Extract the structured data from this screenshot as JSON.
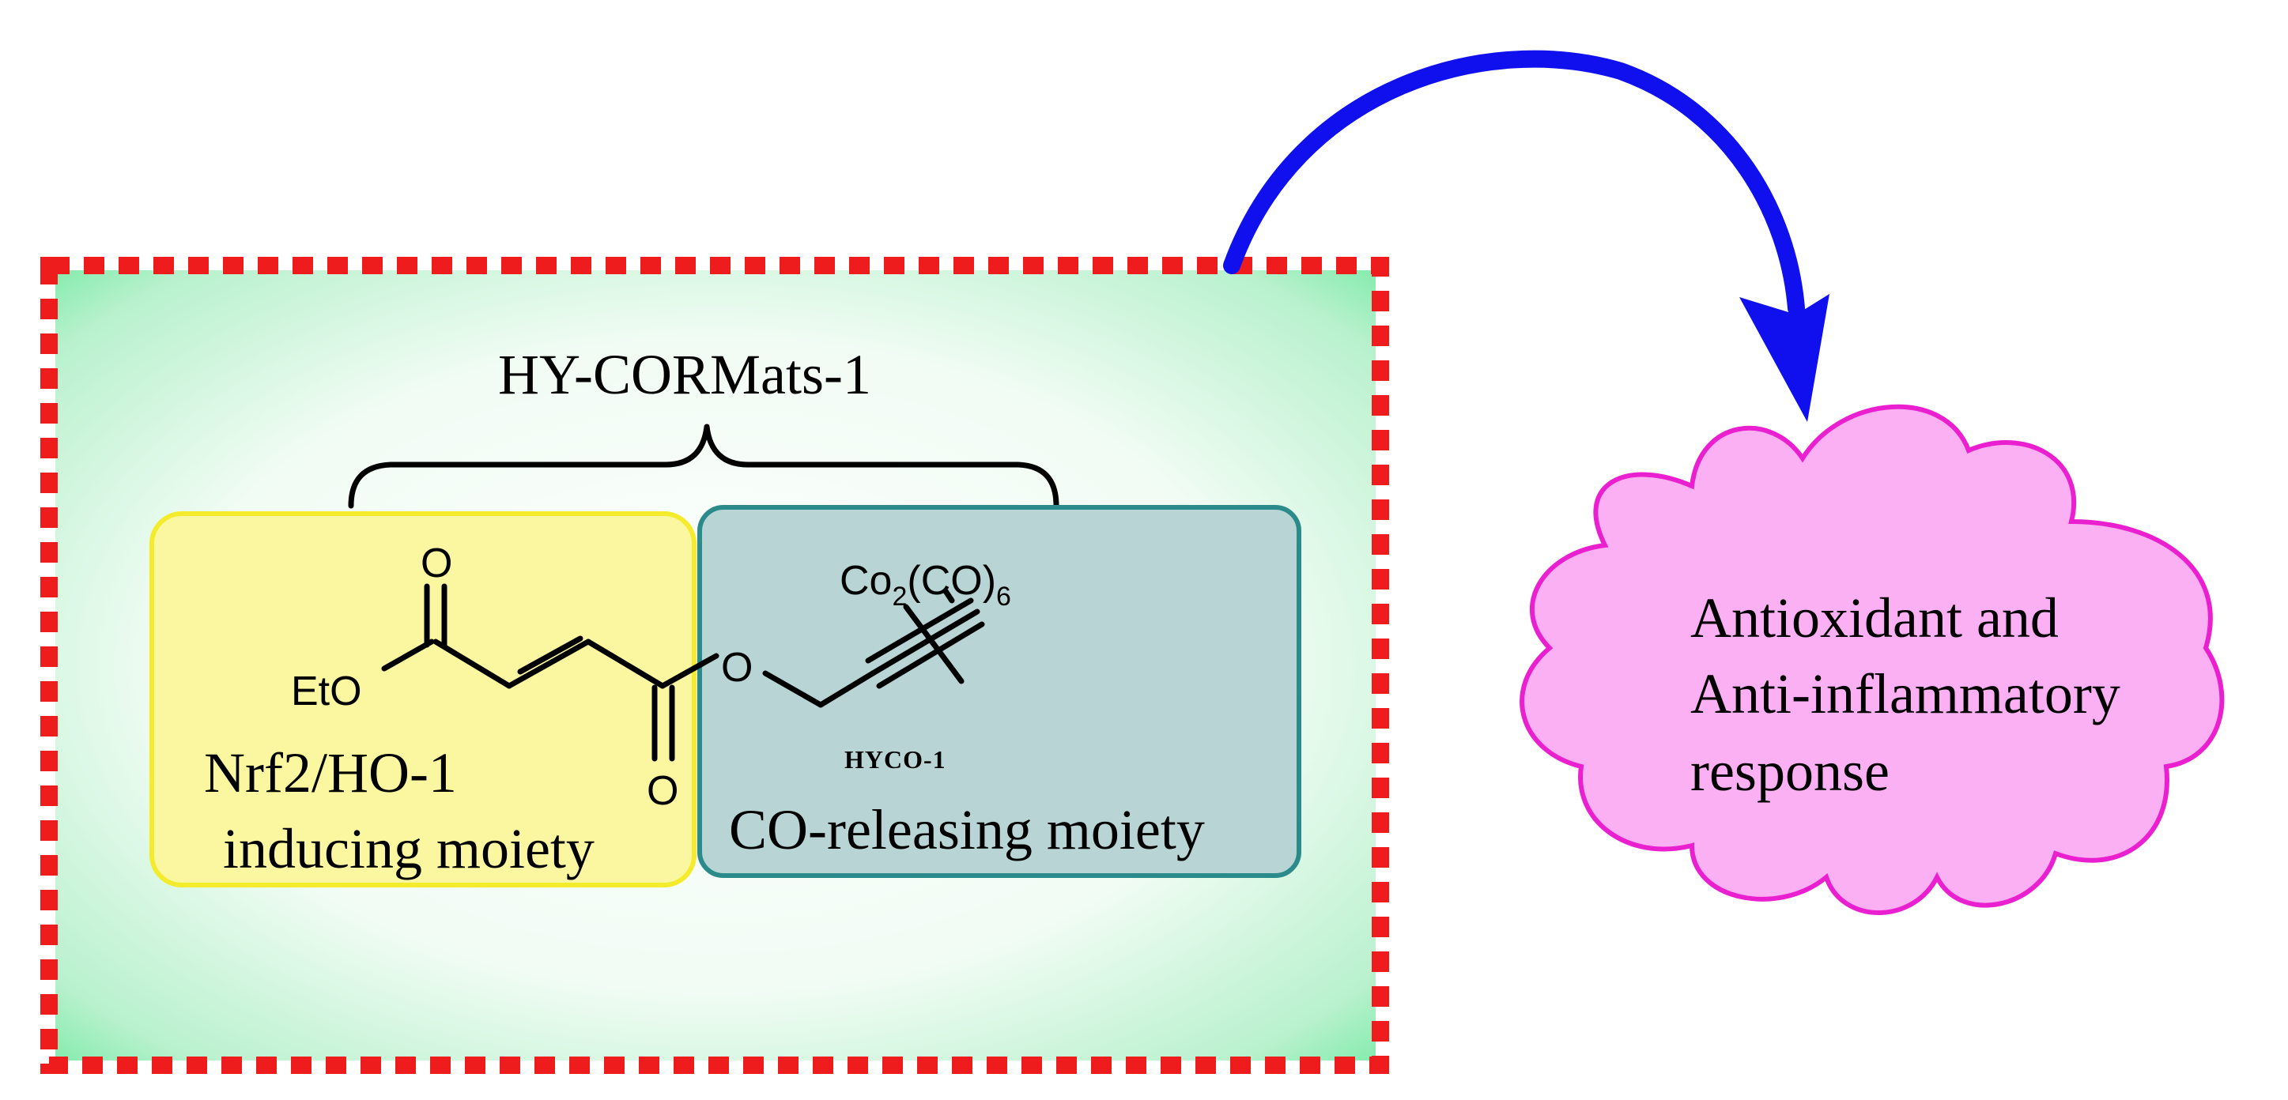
{
  "title": "HY-CORMats-1",
  "left_moiety": {
    "line1": "Nrf2/HO-1",
    "line2": "inducing moiety"
  },
  "right_moiety": {
    "label": "CO-releasing moiety"
  },
  "compound_code": "HYCO-1",
  "structure": {
    "ester_group": "EtO",
    "carbonyl_top": "O",
    "carbonyl_bottom": "O",
    "ether_oxygen": "O",
    "cobalt_prefix": "Co",
    "cobalt_sub": "2",
    "cobalt_mid": "(CO)",
    "cobalt_sub2": "6"
  },
  "outcome": {
    "line1": "Antioxidant and",
    "line2": "Anti-inflammatory",
    "line3": "response"
  },
  "colors": {
    "dashed_border": "#ee1c1c",
    "panel_green": "#66e89a",
    "left_box_fill": "#fbf7a0",
    "left_box_stroke": "#f4eb2c",
    "right_box_fill": "#b9d4d4",
    "right_box_stroke": "#2b8a8a",
    "arrow": "#1010ee",
    "cloud_fill": "#fcb0f4",
    "cloud_stroke": "#ea1fcf"
  }
}
